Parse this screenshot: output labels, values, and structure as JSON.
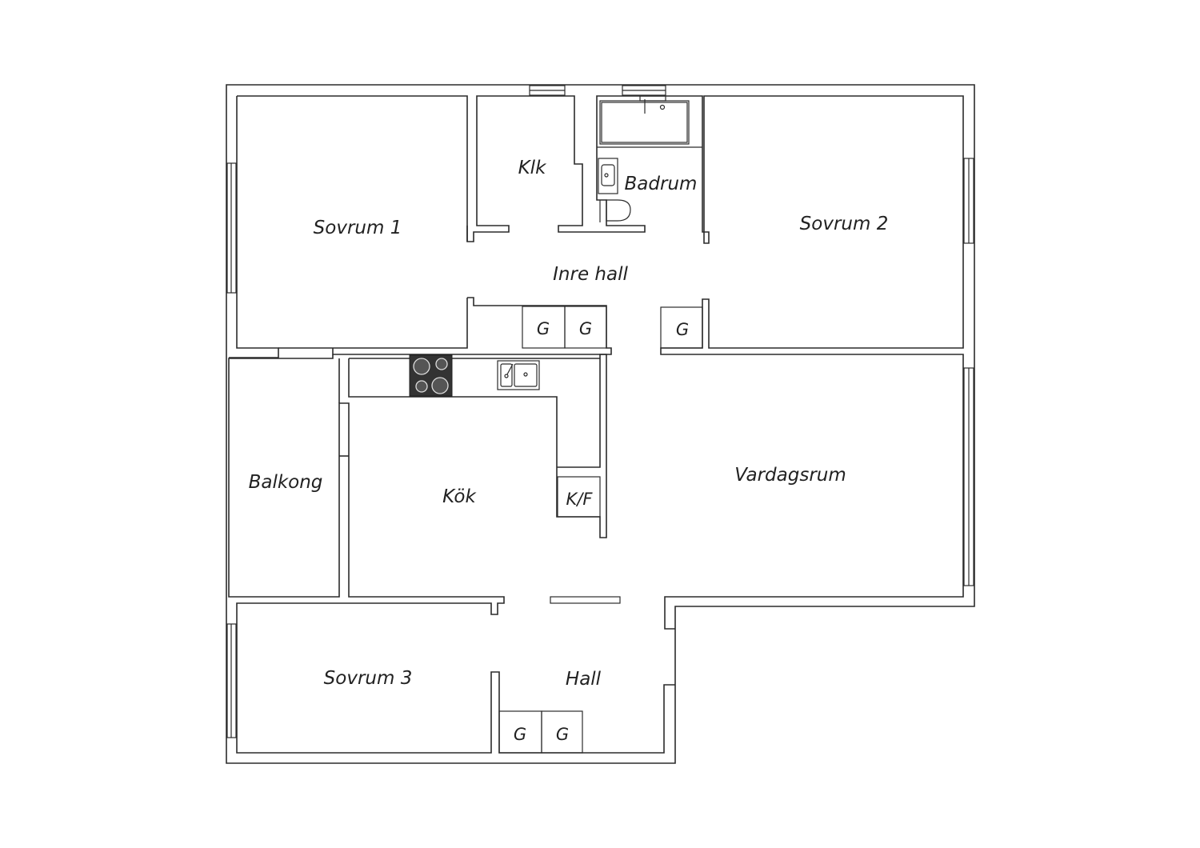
{
  "rooms": {
    "sovrum1": "Sovrum 1",
    "klk": "Klk",
    "badrum": "Badrum",
    "sovrum2": "Sovrum 2",
    "inre_hall": "Inre hall",
    "balkong": "Balkong",
    "kok": "Kök",
    "vardagsrum": "Vardagsrum",
    "sovrum3": "Sovrum 3",
    "hall": "Hall"
  },
  "closets": {
    "g1": "G",
    "g2": "G",
    "g3": "G",
    "g4": "G",
    "g5": "G",
    "kf": "K/F"
  },
  "colors": {
    "wall": "#2b2b2b",
    "stove": "#333333",
    "background": "#ffffff"
  }
}
